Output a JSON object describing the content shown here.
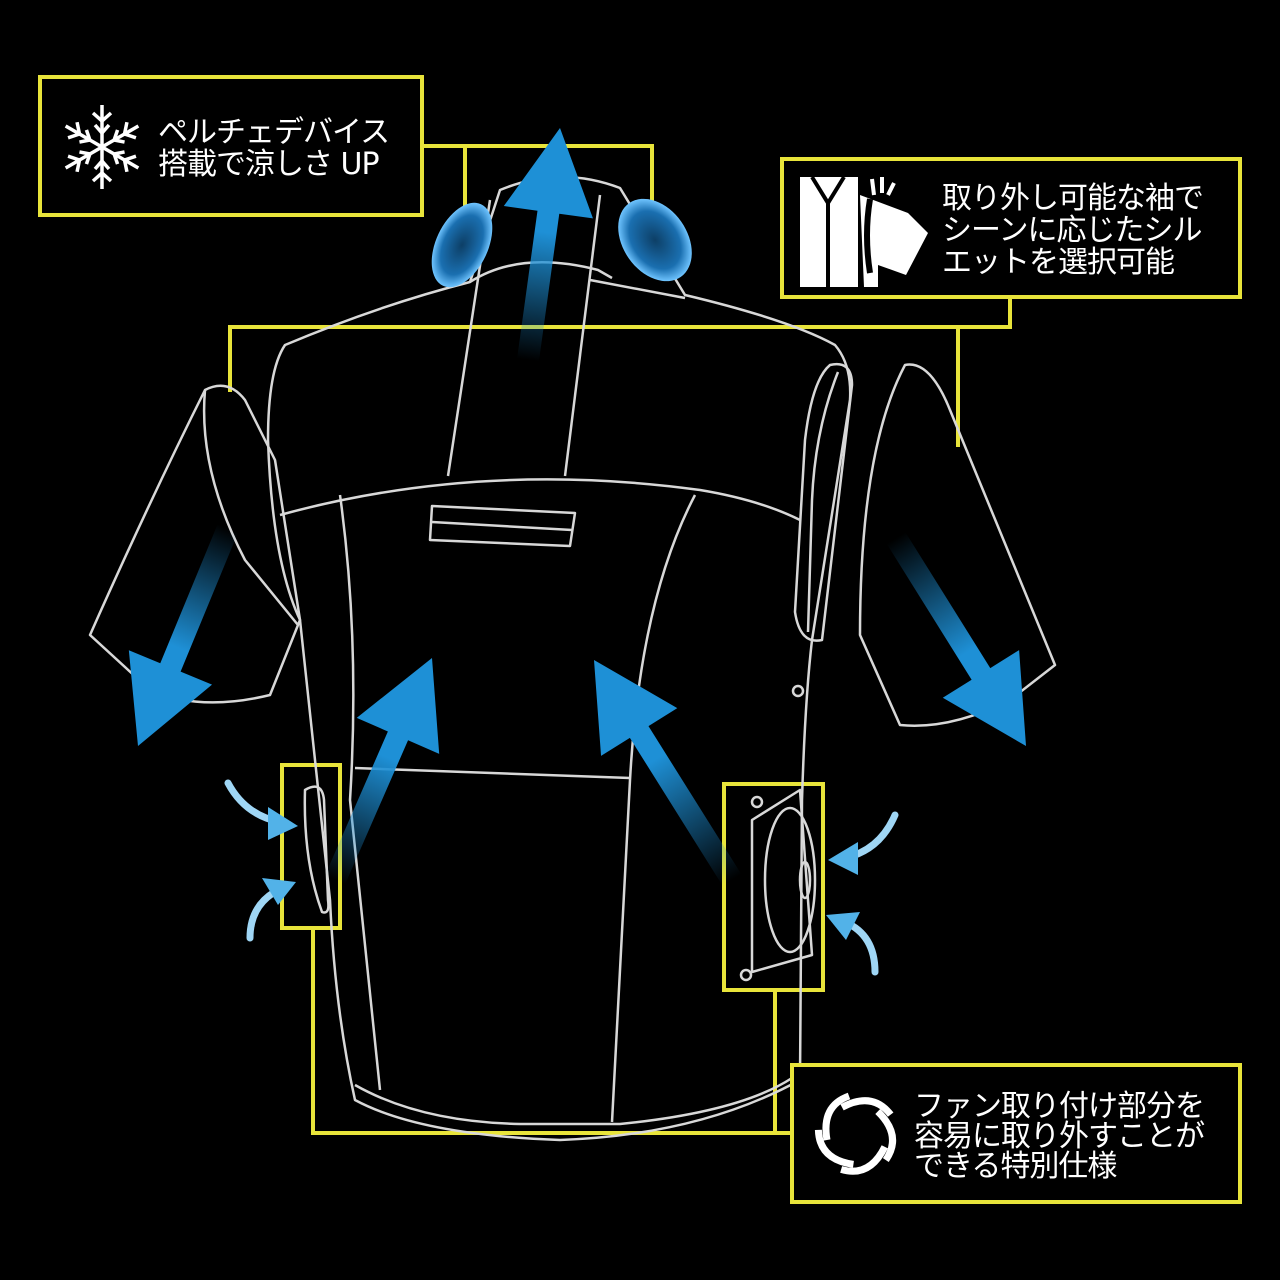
{
  "callouts": {
    "peltier": {
      "line1": "ペルチェデバイス",
      "line2": "搭載で涼しさ UP",
      "icon": "snowflake-icon"
    },
    "sleeve": {
      "line1": "取り外し可能な袖で",
      "line2": "シーンに応じたシル",
      "line3": "エットを選択可能",
      "icon": "detachable-sleeve-icon"
    },
    "fan": {
      "line1": "ファン取り付け部分を",
      "line2": "容易に取り外すことが",
      "line3": "できる特別仕様",
      "icon": "fan-icon"
    }
  },
  "colors": {
    "accent": "#e8e43a",
    "airflow": "#1e90d6",
    "outline": "#d8d8d8",
    "background": "#000000"
  }
}
